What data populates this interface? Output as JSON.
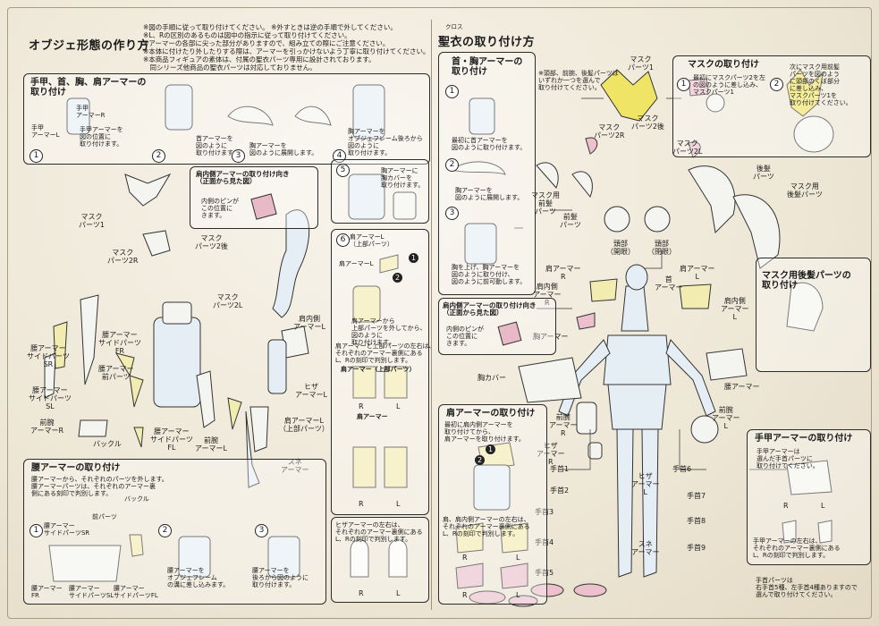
{
  "left": {
    "title": "オブジェ形態の作り方",
    "notes": "※図の手順に従って取り付けてください。 ※外すときは逆の手順で外してください。\n※L、Rの区別のあるものは図中の指示に従って取り付けてください。\n※アーマーの各部に尖った部分がありますので、組み立ての際にご注意ください。\n※本体に付けたり外したりする際は、アーマーを引っかけないよう丁寧に取り付けてください。\n※本商品フィギュアの素体は、付属の聖衣パーツ専用に設計されております。\n　同シリーズ他商品の聖衣パーツは対応しておりません。",
    "box1": {
      "title": "手甲、首、胸、肩アーマーの\n取り付け",
      "t1": "手甲\nアーマーR",
      "t2": "手甲\nアーマーL",
      "t3": "手甲アーマーを\n図の位置に\n取り付けます。",
      "t4": "首アーマーを\n図のように\n取り付けます。",
      "t5": "胸アーマーを\n図のように展開します。",
      "t6": "胸アーマーを\nオブジェフレーム後ろから\n図のように\n取り付けます。"
    },
    "shoulder": {
      "title": "肩内側アーマーの取り付け向き\n（正面から見た図）",
      "t1": "内側のピンが\nこの位置に\nきます。"
    },
    "step5": {
      "t1": "胸アーマーに\n胸カバーを\n取り付けます。"
    },
    "step6": {
      "t1": "肩アーマーL\n（上部パーツ）",
      "t2": "肩アーマーL",
      "t3": "肩アーマーから\n上部パーツを外してから、\n図のように\n取り付けます。",
      "t4": "肩アーマーと上部パーツの左右は、\nそれぞれのアーマー裏側にある\nL、Rの刻印で判別します。",
      "t5": "肩アーマー（上部パーツ）",
      "t6": "肩アーマー",
      "r": "R",
      "l": "L"
    },
    "knee": {
      "t1": "ヒザアーマーの左右は、\nそれぞれのアーマー裏側にある\nL、Rの刻印で判別します。",
      "r": "R",
      "l": "L"
    },
    "parts": {
      "mask1": "マスク\nパーツ1",
      "mask2r": "マスク\nパーツ2R",
      "mask2back": "マスク\nパーツ2後",
      "mask2l": "マスク\nパーツ2L",
      "waistsr": "腰アーマー\nサイドパーツ\nSR",
      "waistfr": "腰アーマー\nサイドパーツ\nFR",
      "waistfront": "腰アーマー\n前パーツ",
      "waistsl": "腰アーマー\nサイドパーツ\nSL",
      "forearmr": "前腕\nアーマーR",
      "buckle": "バックル",
      "waistfl": "腰アーマー\nサイドパーツ\nFL",
      "forearml": "前腕\nアーマーL",
      "shoulderinnerl": "肩内側\nアーマーL",
      "kneel": "ヒザ\nアーマーL",
      "shoulderlupper": "肩アーマーL\n（上部パーツ）",
      "shin": "スネ\nアーマー"
    },
    "waist": {
      "title": "腰アーマーの取り付け",
      "t1": "腰アーマーから、それぞれのパーツを外します。\n腰アーマーパーツは、それぞれのアーマー裏\n側にある刻印で判別します。",
      "buckle": "バックル",
      "sr": "腰アーマー\nサイドパーツSR",
      "front": "前パーツ",
      "fr": "腰アーマー\nFR",
      "sl": "腰アーマー\nサイドパーツSL",
      "fl": "腰アーマー\nサイドパーツFL",
      "t2": "腰アーマーを\nオブジェフレーム\nの溝に差し込みます。",
      "t3": "腰アーマーを\n後ろから図のように\n取り付けます。"
    }
  },
  "right": {
    "ruby": "クロス",
    "title": "聖衣の取り付け方",
    "neck": {
      "title": "首・胸アーマーの\n取り付け",
      "t1": "最初に首アーマーを\n図のように取り付けます。",
      "t2": "胸アーマーを\n図のように展開します。",
      "t3": "胸を上げ、胸アーマーを\n図のように取り付け、\n図のように前可動します。"
    },
    "note": "※頭部、前腕、後髪パーツは\nいずれか一つを選んで\n取り付けてください。",
    "mask": {
      "title": "マスクの取り付け",
      "t1": "最初にマスクパーツ2を左\nの図のように差し込み、\nマスクパーツ1",
      "t2": "次にマスク用前髪\nパーツを図のよう\nに頭部のくぼ部分\nに差し込み、\nマスクパーツ1を\n取り付けてください。"
    },
    "parts": {
      "mask1": "マスク\nパーツ1",
      "mask2back": "マスク\nパーツ2後",
      "mask2r": "マスク\nパーツ2R",
      "mask2l": "マスク\nパーツ2L",
      "backhair": "後髪\nパーツ",
      "maskbackhair": "マスク用\n後髪パーツ",
      "maskfronthair": "マスク用\n前髪\nパーツ",
      "fronthair": "前髪\nパーツ",
      "headopen": "頭部\n（開眼）",
      "headclosed": "頭部\n（閉眼）",
      "shoulderl": "肩アーマー\nL",
      "neck": "首\nアーマー",
      "shoulderinnerr": "肩内側\nアーマー\nR",
      "shoulderinnerl": "肩内側\nアーマー\nL",
      "shoulderr": "肩アーマー\nR",
      "chest": "胸アーマー",
      "chestcover": "胸カバー",
      "waist": "腰アーマー",
      "forearmr": "前腕\nアーマー\nR",
      "kneer": "ヒザ\nアーマー\nR",
      "kneel": "ヒザ\nアーマー\nL",
      "forearml": "前腕\nアーマー\nL",
      "shin": "スネ\nアーマー",
      "hand1": "手首1",
      "hand2": "手首2",
      "hand3": "手首3",
      "hand4": "手首4",
      "hand5": "手首5",
      "hand6": "手首6",
      "hand7": "手首7",
      "hand8": "手首8",
      "hand9": "手首9"
    },
    "shoulder": {
      "title": "肩内側アーマーの取り付け向き\n（正面から見た図）",
      "t1": "内側のピンが\nこの位置に\nきます。"
    },
    "backhairbox": {
      "title": "マスク用後髪パーツの\n取り付け"
    },
    "shoulderarmor": {
      "title": "肩アーマーの取り付け",
      "t1": "最初に肩内側アーマーを\n取り付けてから、\n肩アーマーを取り付けます。",
      "t2": "肩、肩内側アーマーの左右は、\nそれぞれのアーマー裏側にある\nL、Rの刻印で判別します。",
      "r": "R",
      "l": "L"
    },
    "gauntlet": {
      "title": "手甲アーマーの取り付け",
      "t1": "手甲アーマーは\n選んだ手首パーツに\n取り付けてください。",
      "t2": "手甲アーマーの左右は、\nそれぞれのアーマー裏側にある\nL、Rの刻印で判別します。",
      "r": "R",
      "l": "L"
    },
    "footer": "手首パーツは\n右手首5種、左手首4種ありますので\n選んで取り付けてください。"
  },
  "colors": {
    "gold": "#e8df67",
    "blue": "#d7e6f2",
    "pink": "#e8b9c6",
    "ink": "#1a1a1a"
  }
}
